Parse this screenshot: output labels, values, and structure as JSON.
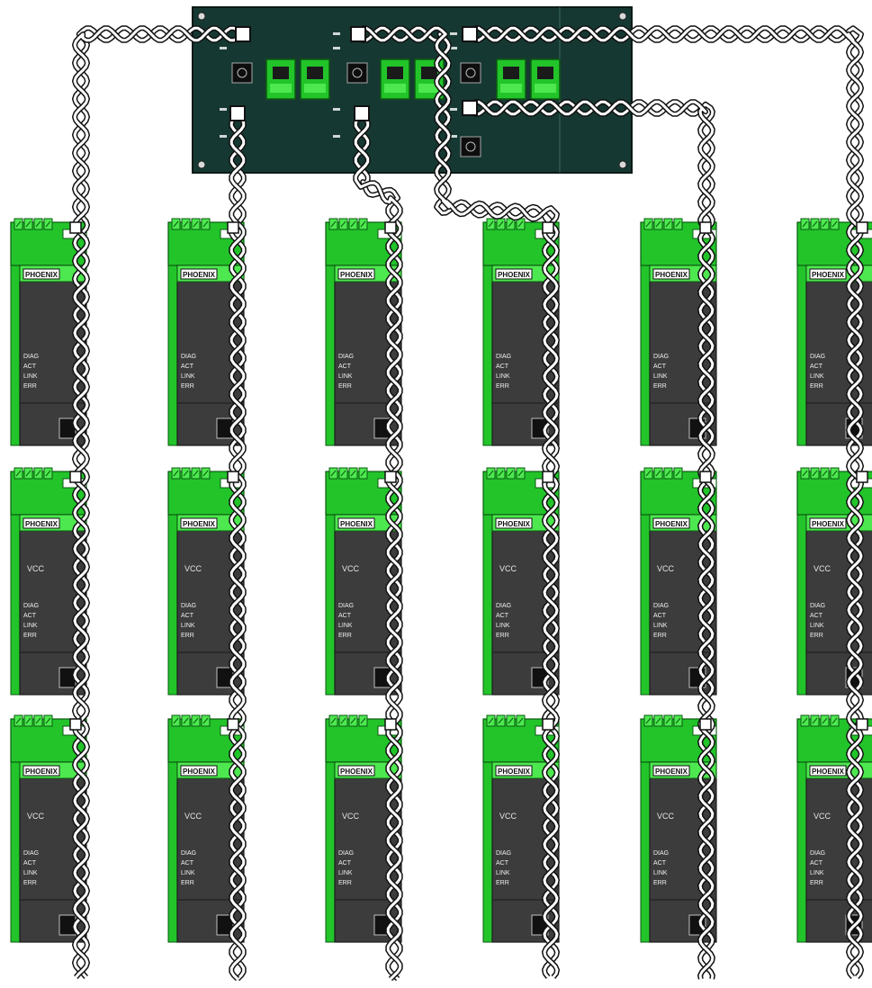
{
  "diagram": {
    "colors": {
      "module_green": "#22c42a",
      "module_green_light": "#4de84f",
      "module_body": "#3c3c3c",
      "module_body_dark": "#2a2a2a",
      "hub_body": "#163832",
      "cable_outline": "#111111",
      "cable_fill": "#ffffff"
    },
    "hub": {
      "ports": [
        {
          "name": "port-1",
          "labels": [
            "",
            ""
          ]
        },
        {
          "name": "port-2",
          "labels": [
            "",
            ""
          ]
        },
        {
          "name": "port-3",
          "labels": [
            "",
            ""
          ]
        }
      ]
    },
    "modules": {
      "rows": 3,
      "cols": 6,
      "row_label": [
        "",
        "VCC",
        "VCC"
      ],
      "status_labels": [
        "DIAG",
        "ACT",
        "LINK",
        "ERR"
      ],
      "brand_text": "PHOENIX"
    }
  }
}
